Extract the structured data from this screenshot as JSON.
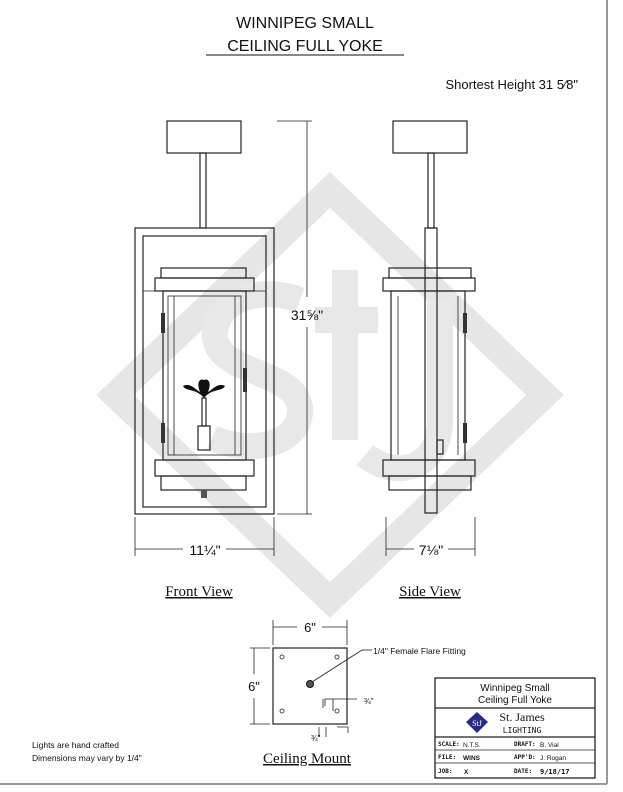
{
  "title": {
    "line1": "WINNIPEG SMALL",
    "line2": "CEILING FULL YOKE"
  },
  "shortest_height": "Shortest  Height  31 5⁄8\"",
  "front_view": {
    "label": "Front View",
    "height_dim": "31⅝\"",
    "width_dim": "11¼\""
  },
  "side_view": {
    "label": "Side View",
    "width_dim": "7⅛\""
  },
  "ceiling_mount": {
    "label": "Ceiling Mount",
    "width_dim": "6\"",
    "height_dim": "6\"",
    "fitting_callout": "1/4\" Female Flare Fitting",
    "offset_right": "¾\"",
    "offset_bottom": "¾\""
  },
  "notes": [
    "Lights are hand crafted",
    "Dimensions may vary by 1/4\""
  ],
  "title_block": {
    "product_line1": "Winnipeg Small",
    "product_line2": "Ceiling Full Yoke",
    "company": "St. James",
    "company_sub": "LIGHTING",
    "logo_text": "StJ",
    "scale_label": "SCALE:",
    "scale": "N.T.S.",
    "draft_label": "DRAFT:",
    "draft": "B. Vial",
    "file_label": "FILE:",
    "file": "WINS",
    "appd_label": "APP'D:",
    "appd": "J. Rogan",
    "job_label": "JOB:",
    "job": "X",
    "date_label": "DATE:",
    "date": "9/18/17"
  },
  "watermark": "StJ",
  "colors": {
    "watermark": "#e6e6e6",
    "logo": "#2a2a8a"
  }
}
